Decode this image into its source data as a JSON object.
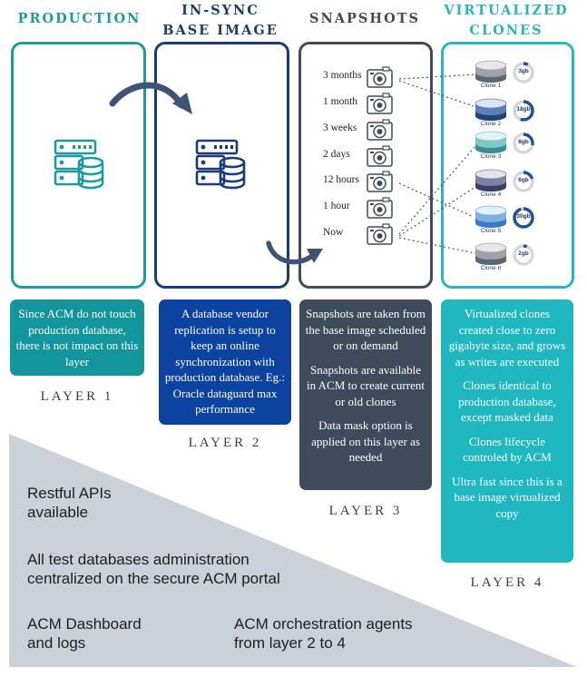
{
  "columns": {
    "production": {
      "title": "PRODUCTION",
      "color": "#1b9aa0"
    },
    "insync": {
      "title_line1": "IN-SYNC",
      "title_line2": "BASE IMAGE",
      "color": "#183c7a"
    },
    "snapshots": {
      "title": "SNAPSHOTS",
      "color": "#3f4b5a"
    },
    "clones": {
      "title_line1": "VIRTUALIZED",
      "title_line2": "CLONES",
      "color": "#28b5be"
    }
  },
  "snapshots": [
    {
      "label": "3 months"
    },
    {
      "label": "1 month"
    },
    {
      "label": "3 weeks"
    },
    {
      "label": "2 days"
    },
    {
      "label": "12 hours"
    },
    {
      "label": "1 hour"
    },
    {
      "label": "Now"
    }
  ],
  "clones": [
    {
      "label": "Clone 1",
      "size": "3gb",
      "fill": 0.08,
      "style": "gray"
    },
    {
      "label": "Clone 2",
      "size": "18gb",
      "fill": 0.55,
      "style": "blue"
    },
    {
      "label": "Clone 3",
      "size": "8gb",
      "fill": 0.28,
      "style": "teal"
    },
    {
      "label": "Clone 4",
      "size": "6gb",
      "fill": 0.2,
      "style": "navy"
    },
    {
      "label": "Clone 5",
      "size": "30gb",
      "fill": 0.95,
      "style": "lightblue"
    },
    {
      "label": "Clone n",
      "size": "2gb",
      "fill": 0.06,
      "style": "gray"
    }
  ],
  "layers": {
    "layer1": {
      "label": "LAYER 1",
      "paragraphs": [
        "Since ACM do not touch production database, there is not impact on this layer"
      ]
    },
    "layer2": {
      "label": "LAYER 2",
      "paragraphs": [
        "A database vendor replication is setup to keep an online synchronization with production database. Eg.: Oracle dataguard max performance"
      ]
    },
    "layer3": {
      "label": "LAYER 3",
      "paragraphs": [
        "Snapshots are taken from the base image scheduled or on demand",
        "Snapshots are available in ACM to create current or old clones",
        "Data mask option is applied on this layer as needed"
      ]
    },
    "layer4": {
      "label": "LAYER 4",
      "paragraphs": [
        "Virtualized clones created close to zero gigabyte size, and grows as writes are executed",
        "Clones identical to production database, except masked data",
        "Clones lifecycle controled by ACM",
        "Ultra fast since this is a base image virtualized copy"
      ]
    }
  },
  "features": {
    "restful": "Restful APIs available",
    "admin": "All test databases administration centralized on the secure ACM portal",
    "dashboard": "ACM Dashboard and logs",
    "orchestration": "ACM orchestration agents from layer 2 to 4"
  }
}
